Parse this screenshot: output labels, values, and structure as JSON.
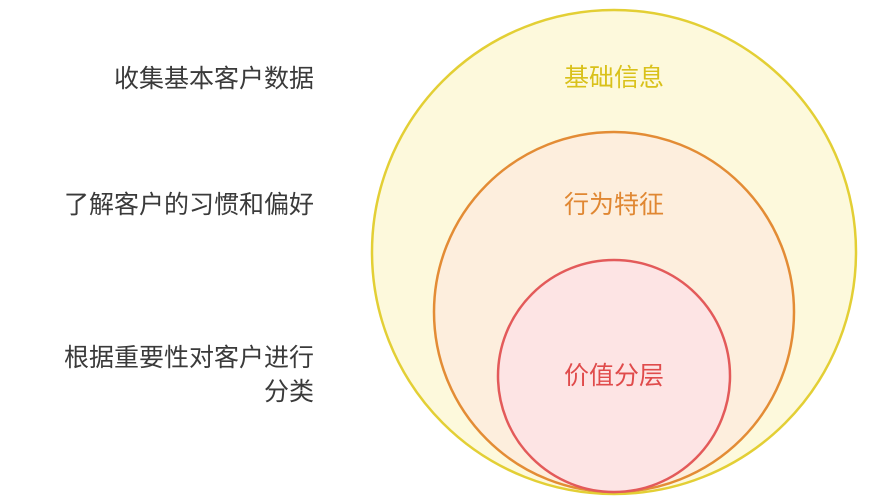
{
  "descriptions": {
    "basic": "收集基本客户数据",
    "behavior": "了解客户的习惯和偏好",
    "value_line1": "根据重要性对客户进行",
    "value_line2": "分类"
  },
  "rings": {
    "outer": {
      "label": "基础信息",
      "stroke": "#e3cf35",
      "fill": "#fdf9dc",
      "text_color": "#d9c11a"
    },
    "middle": {
      "label": "行为特征",
      "stroke": "#e38c35",
      "fill": "#fdeedd",
      "text_color": "#e08732"
    },
    "inner": {
      "label": "价值分层",
      "stroke": "#e35a5a",
      "fill": "#fde4e4",
      "text_color": "#e04b4b"
    }
  }
}
